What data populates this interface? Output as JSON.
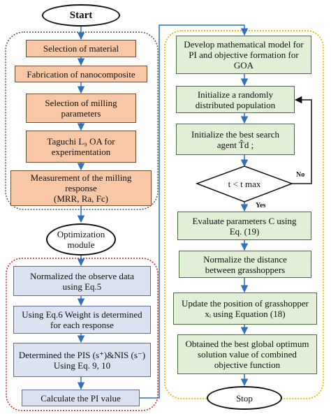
{
  "start": "Start",
  "stop": "Stop",
  "optimization_module": "Optimization\nmodule",
  "milling_steps": [
    "Selection of material",
    "Fabrication of nanocomposite",
    "Selection of milling\nparameters",
    "Taguchi L₉ OA for\nexperimentation",
    "Measurement of the milling\nresponse\n(MRR, Ra, Fc)"
  ],
  "pi_steps": [
    "Normalized the observe data\nusing Eq.5",
    "Using Eq.6 Weight is determined\nfor each response",
    "Determined the PIS (s⁺)&NIS (s⁻)\nUsing Eq. 9, 10",
    "Calculate the PI value"
  ],
  "goa_steps": [
    "Develop mathematical model for\nPI and objective formation for\nGOA",
    "Initialize a randomly\ndistributed population",
    "Initialize the best search\nagent T̂d ;",
    "Evaluate parameters C using\nEq. (19)",
    "Normalize the distance\nbetween grasshoppers",
    "Update the position of grasshopper\nxᵢ using Equation (18)",
    "Obtained the best global optimum\nsolution value of combined\nobjective function"
  ],
  "decision": "t < t max",
  "no_label": "No",
  "yes_label": "Yes",
  "colors": {
    "orange_fill": "#f7c7a6",
    "blue_fill": "#dbe3f3",
    "green_fill": "#e2efd7",
    "arrow": "#2f6fbf",
    "red_dotted": "#e01818",
    "yellow_dotted": "#e6b800",
    "gray_dotted": "#555555"
  }
}
